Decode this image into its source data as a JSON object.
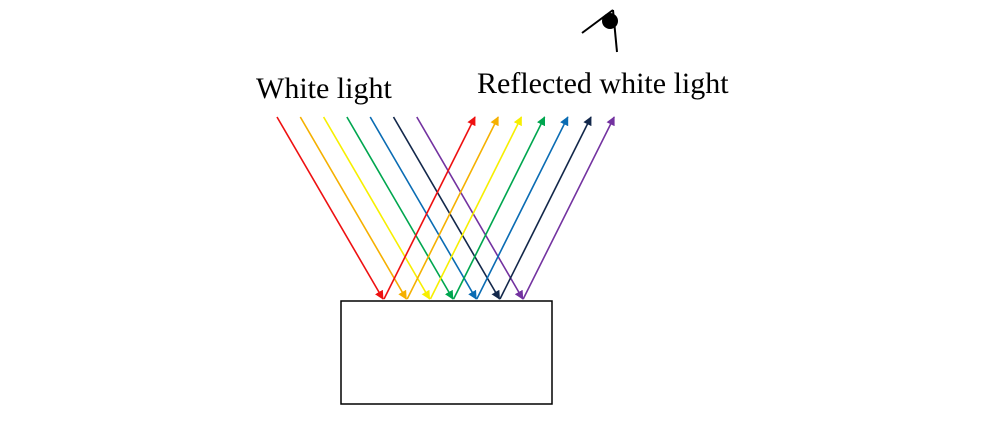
{
  "labels": {
    "incident": "White light",
    "reflected": "Reflected white light"
  },
  "rays": [
    {
      "color_name": "red",
      "hex": "#ee1111"
    },
    {
      "color_name": "orange",
      "hex": "#f5b000"
    },
    {
      "color_name": "yellow",
      "hex": "#f7ef00"
    },
    {
      "color_name": "green",
      "hex": "#00a64f"
    },
    {
      "color_name": "blue",
      "hex": "#0a6cb3"
    },
    {
      "color_name": "navy",
      "hex": "#13284b"
    },
    {
      "color_name": "purple",
      "hex": "#7332a0"
    }
  ],
  "icons": {
    "observer": "eye-icon",
    "object": "reflecting-block"
  }
}
